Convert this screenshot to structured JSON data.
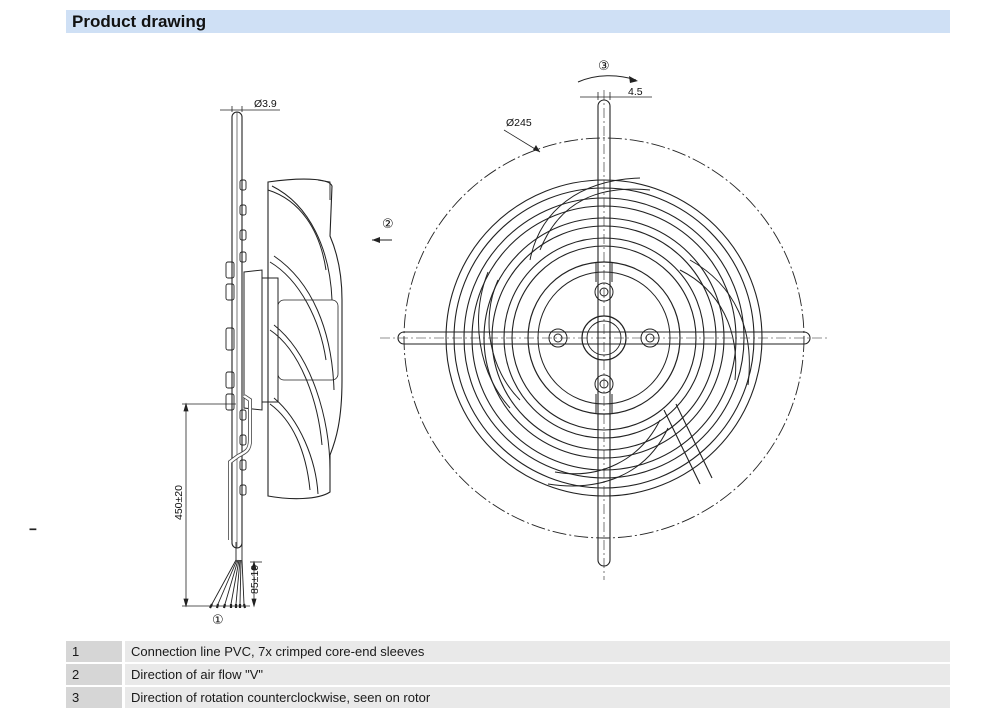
{
  "header": {
    "title": "Product drawing"
  },
  "drawing": {
    "dimensions": {
      "shaft_diameter": "Ø3.9",
      "outer_diameter": "Ø245",
      "offset": "4.5",
      "cable_length": "450±20",
      "strip_length": "85±10"
    },
    "callouts": {
      "one": "①",
      "two": "②",
      "three": "③"
    },
    "margin_mark": "–"
  },
  "legend": [
    {
      "num": "1",
      "text": "Connection line PVC, 7x crimped core-end sleeves"
    },
    {
      "num": "2",
      "text": "Direction of air flow \"V\""
    },
    {
      "num": "3",
      "text": "Direction of rotation counterclockwise, seen on rotor"
    }
  ]
}
